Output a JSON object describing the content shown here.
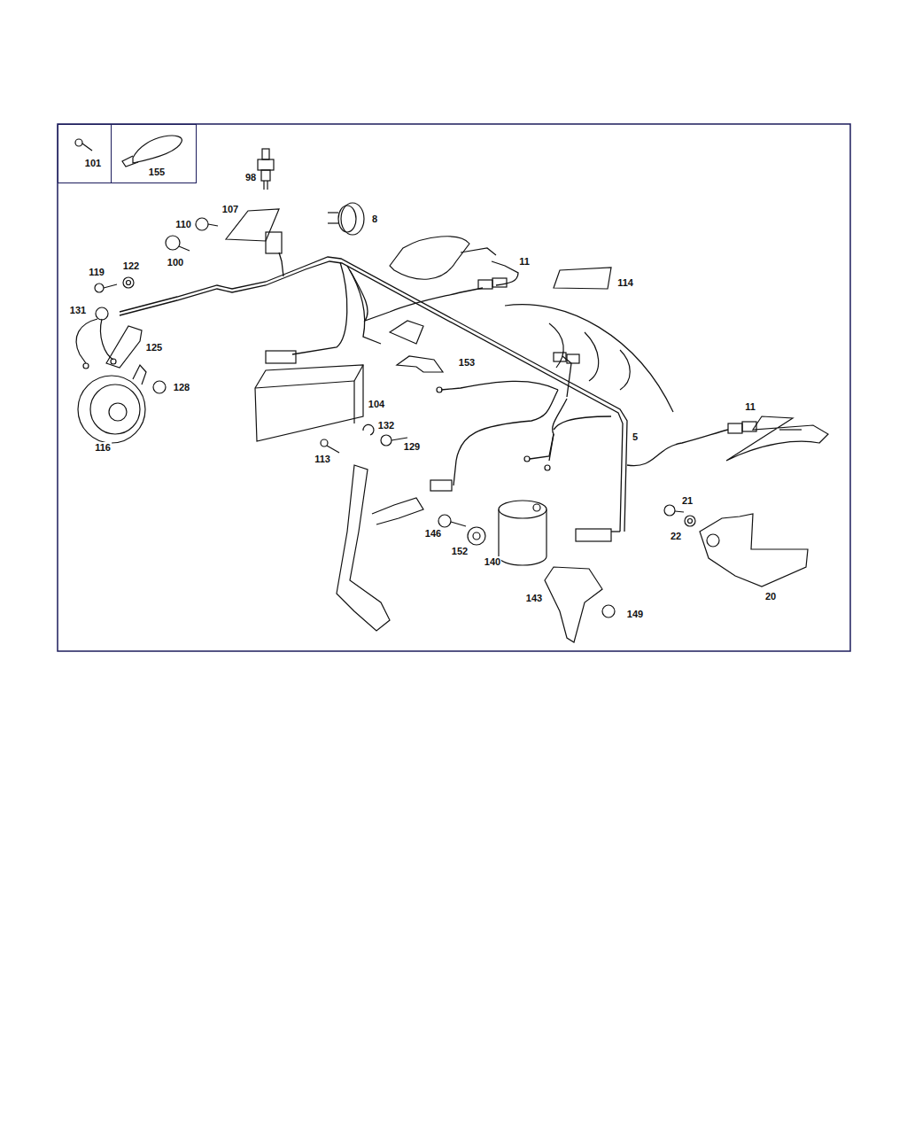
{
  "diagram": {
    "nodes": [
      {
        "text": [
          "101"
        ]
      },
      {
        "text": [
          "155"
        ]
      }
    ],
    "labels": [
      "98",
      "107",
      "8",
      "110",
      "100",
      "11",
      "114",
      "119",
      "122",
      "131",
      "125",
      "153",
      "104",
      "128",
      "116",
      "132",
      "129",
      "113",
      "11",
      "5",
      "146",
      "152",
      "140",
      "21",
      "22",
      "143",
      "149",
      "20"
    ]
  }
}
